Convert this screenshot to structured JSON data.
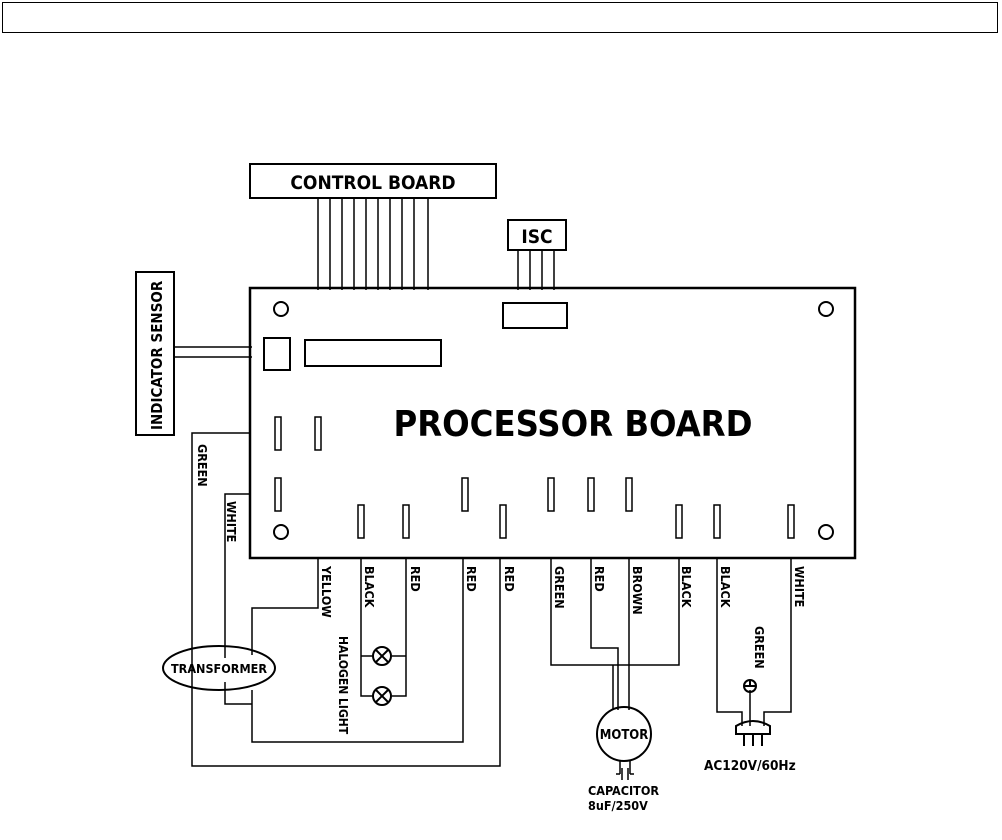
{
  "diagram": {
    "control_board": "CONTROL BOARD",
    "isc": "ISC",
    "indicator_sensor": "INDICATOR SENSOR",
    "processor_board": "PROCESSOR BOARD",
    "transformer": "TRANSFORMER",
    "motor": "MOTOR",
    "halogen_light": "HALOGEN LIGHT",
    "capacitor_line1": "CAPACITOR",
    "capacitor_line2": "8uF/250V",
    "power": "AC120V/60Hz",
    "wires": {
      "green_left": "GREEN",
      "white_left": "WHITE",
      "yellow": "YELLOW",
      "black_lamp": "BLACK",
      "red_lamp": "RED",
      "red_1": "RED",
      "red_2": "RED",
      "green_motor": "GREEN",
      "red_motor": "RED",
      "brown_motor": "BROWN",
      "black_motor": "BLACK",
      "black_power": "BLACK",
      "green_ground": "GREEN",
      "white_power": "WHITE"
    }
  }
}
